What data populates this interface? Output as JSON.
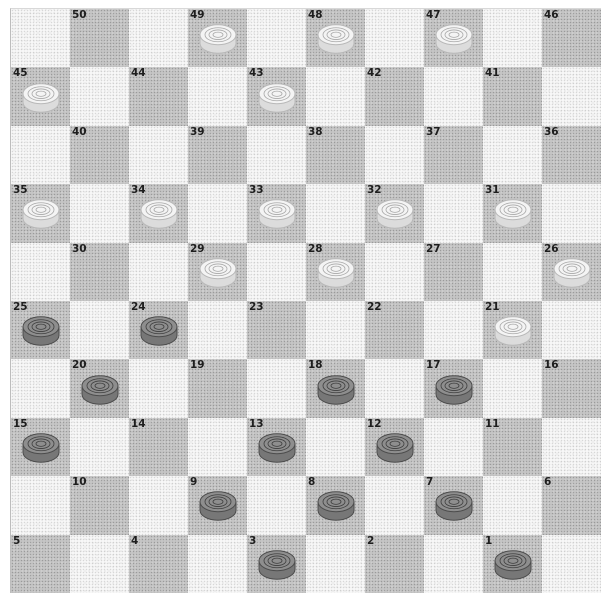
{
  "board": {
    "size": 10,
    "colors": {
      "light_square": "#f7f7f7",
      "dark_square": "#c5c5c5",
      "light_piece": "#eeeeee",
      "dark_piece": "#6a6a6a"
    },
    "squares": [
      {
        "n": 50,
        "piece": "empty"
      },
      {
        "n": 49,
        "piece": "light"
      },
      {
        "n": 48,
        "piece": "light"
      },
      {
        "n": 47,
        "piece": "light"
      },
      {
        "n": 46,
        "piece": "empty"
      },
      {
        "n": 45,
        "piece": "light"
      },
      {
        "n": 44,
        "piece": "empty"
      },
      {
        "n": 43,
        "piece": "light"
      },
      {
        "n": 42,
        "piece": "empty"
      },
      {
        "n": 41,
        "piece": "empty"
      },
      {
        "n": 40,
        "piece": "empty"
      },
      {
        "n": 39,
        "piece": "empty"
      },
      {
        "n": 38,
        "piece": "empty"
      },
      {
        "n": 37,
        "piece": "empty"
      },
      {
        "n": 36,
        "piece": "empty"
      },
      {
        "n": 35,
        "piece": "light"
      },
      {
        "n": 34,
        "piece": "light"
      },
      {
        "n": 33,
        "piece": "light"
      },
      {
        "n": 32,
        "piece": "light"
      },
      {
        "n": 31,
        "piece": "light"
      },
      {
        "n": 30,
        "piece": "empty"
      },
      {
        "n": 29,
        "piece": "light"
      },
      {
        "n": 28,
        "piece": "light"
      },
      {
        "n": 27,
        "piece": "empty"
      },
      {
        "n": 26,
        "piece": "light"
      },
      {
        "n": 25,
        "piece": "dark"
      },
      {
        "n": 24,
        "piece": "dark"
      },
      {
        "n": 23,
        "piece": "empty"
      },
      {
        "n": 22,
        "piece": "empty"
      },
      {
        "n": 21,
        "piece": "light"
      },
      {
        "n": 20,
        "piece": "dark"
      },
      {
        "n": 19,
        "piece": "empty"
      },
      {
        "n": 18,
        "piece": "dark"
      },
      {
        "n": 17,
        "piece": "dark"
      },
      {
        "n": 16,
        "piece": "empty"
      },
      {
        "n": 15,
        "piece": "dark"
      },
      {
        "n": 14,
        "piece": "empty"
      },
      {
        "n": 13,
        "piece": "dark"
      },
      {
        "n": 12,
        "piece": "dark"
      },
      {
        "n": 11,
        "piece": "empty"
      },
      {
        "n": 10,
        "piece": "empty"
      },
      {
        "n": 9,
        "piece": "dark"
      },
      {
        "n": 8,
        "piece": "dark"
      },
      {
        "n": 7,
        "piece": "dark"
      },
      {
        "n": 6,
        "piece": "empty"
      },
      {
        "n": 5,
        "piece": "empty"
      },
      {
        "n": 4,
        "piece": "empty"
      },
      {
        "n": 3,
        "piece": "dark"
      },
      {
        "n": 2,
        "piece": "empty"
      },
      {
        "n": 1,
        "piece": "dark"
      }
    ]
  }
}
